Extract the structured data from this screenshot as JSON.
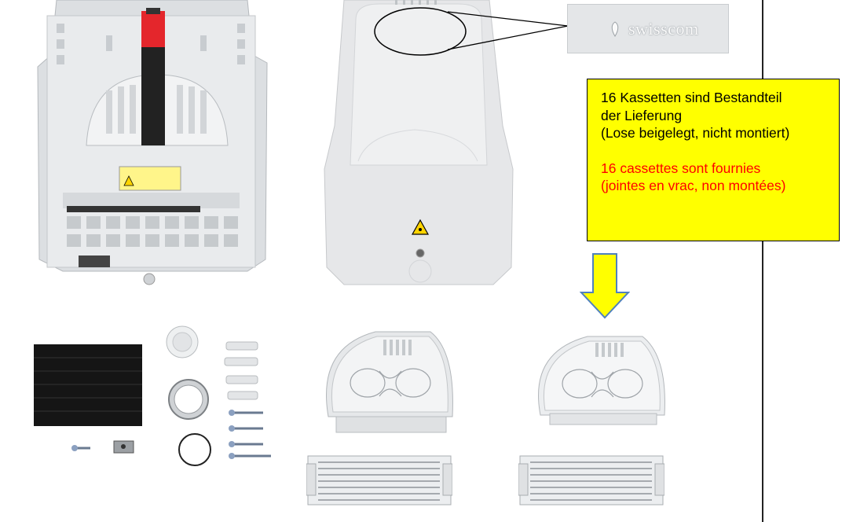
{
  "logo": {
    "text": "swisscom"
  },
  "info_box": {
    "de_line1": "16 Kassetten sind Bestandteil",
    "de_line2": "der Lieferung",
    "de_line3": "(Lose beigelegt, nicht montiert)",
    "fr_line1": "16 cassettes sont fournies",
    "fr_line2": "(jointes en vrac, non montées)"
  },
  "colors": {
    "box_background": "#ffff00",
    "french_text": "#ff0000",
    "arrow_fill": "#ffff00",
    "arrow_stroke": "#4f81bd",
    "strap": "#e4262c"
  },
  "icons": [
    "laser-warning-icon",
    "swisscom-logo-icon",
    "down-arrow-icon"
  ]
}
